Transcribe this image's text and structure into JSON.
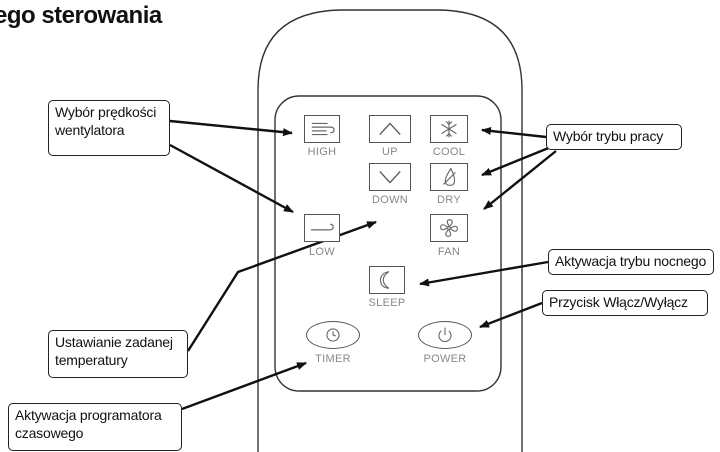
{
  "title": "ego sterowania",
  "buttons": {
    "high": {
      "label": "HIGH",
      "icon": "wind-high-icon"
    },
    "up": {
      "label": "UP",
      "icon": "chevron-up-icon"
    },
    "cool": {
      "label": "COOL",
      "icon": "snowflake-icon"
    },
    "down": {
      "label": "DOWN",
      "icon": "chevron-down-icon"
    },
    "dry": {
      "label": "DRY",
      "icon": "droplet-icon"
    },
    "low": {
      "label": "LOW",
      "icon": "wind-low-icon"
    },
    "fan": {
      "label": "FAN",
      "icon": "fan-icon"
    },
    "sleep": {
      "label": "SLEEP",
      "icon": "moon-icon"
    },
    "timer": {
      "label": "TIMER",
      "icon": "clock-icon"
    },
    "power": {
      "label": "POWER",
      "icon": "power-icon"
    }
  },
  "callouts": {
    "fan_speed": "Wybór prędkości wentylatora",
    "mode": "Wybór trybu pracy",
    "sleep": "Aktywacja trybu nocnego",
    "power": "Przycisk Włącz/Wyłącz",
    "temperature": "Ustawianie zadanej temperatury",
    "timer": "Aktywacja programatora czasowego"
  }
}
